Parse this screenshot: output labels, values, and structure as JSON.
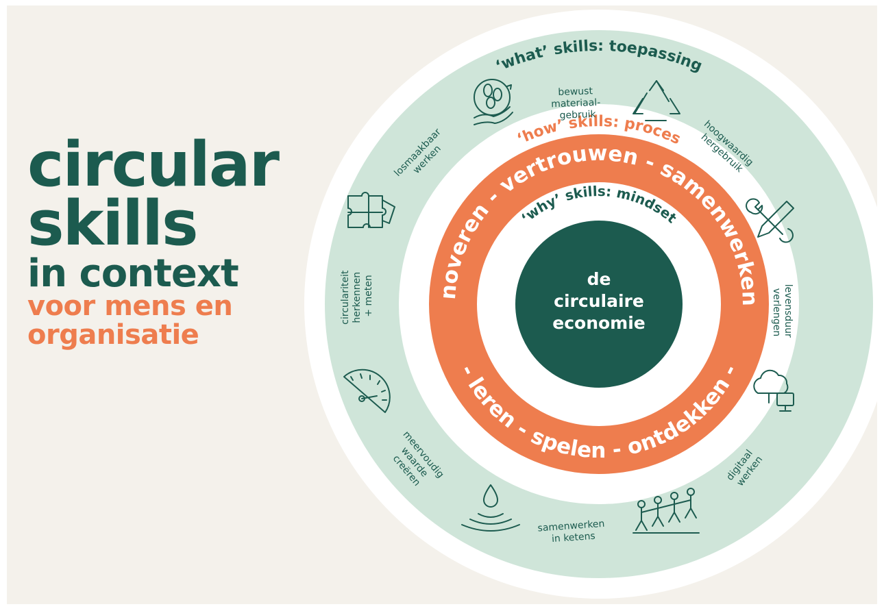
{
  "title": {
    "line1": "circular",
    "line2": "skills",
    "line3": "in context",
    "subtitle_line1": "voor mens en",
    "subtitle_line2": "organisatie"
  },
  "rings": {
    "what_heading": "‘what’ skills: toepassing",
    "how_heading": "‘how’ skills: proces",
    "why_heading": "‘why’ skills: mindset"
  },
  "center": {
    "line1": "de",
    "line2": "circulaire",
    "line3": "economie"
  },
  "orange_ring": {
    "top": "innoveren - vertrouwen - samenwerken -",
    "bottom": "- leren - spelen - ontdekken -"
  },
  "what_skills": [
    {
      "id": "bewust",
      "lines": [
        "bewust",
        "materiaal-",
        "gebruik"
      ],
      "icon": "hand-with-seeds-icon"
    },
    {
      "id": "hoogwaardig",
      "lines": [
        "hoogwaardig",
        "hergebruik"
      ],
      "icon": "recycle-arrows-icon"
    },
    {
      "id": "levensduur",
      "lines": [
        "levensduur",
        "verlengen"
      ],
      "icon": "wrench-screwdriver-icon"
    },
    {
      "id": "digitaal",
      "lines": [
        "digitaal",
        "werken"
      ],
      "icon": "cloud-computer-icon"
    },
    {
      "id": "ketens",
      "lines": [
        "samenwerken",
        "in ketens"
      ],
      "icon": "people-chain-icon"
    },
    {
      "id": "meervoudig",
      "lines": [
        "meervoudig",
        "waarde",
        "creëren"
      ],
      "icon": "water-drop-ripple-icon"
    },
    {
      "id": "circulariteit",
      "lines": [
        "circulariteit",
        "herkennen",
        "+ meten"
      ],
      "icon": "gauge-icon"
    },
    {
      "id": "losmaakbaar",
      "lines": [
        "losmaakbaar",
        "werken"
      ],
      "icon": "puzzle-icon"
    }
  ],
  "colors": {
    "background": "#f4f1eb",
    "dark_green": "#1c5b4f",
    "light_green": "#cfe5d9",
    "orange": "#ee7d4e",
    "white": "#ffffff"
  }
}
